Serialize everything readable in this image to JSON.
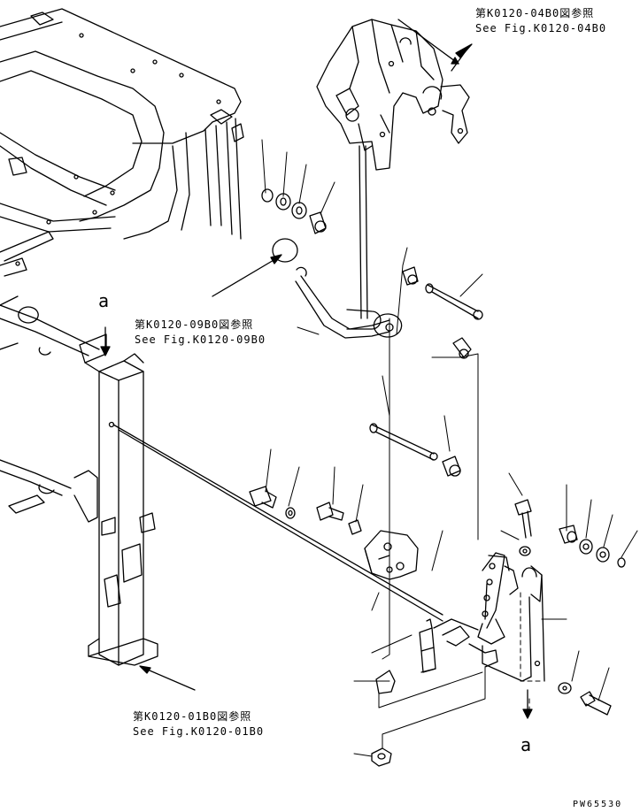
{
  "callouts": {
    "upper_right": {
      "jp": "第K0120-04B0図参照",
      "en": "See Fig.K0120-04B0"
    },
    "middle_left": {
      "jp": "第K0120-09B0図参照",
      "en": "See Fig.K0120-09B0"
    },
    "lower_left": {
      "jp": "第K0120-01B0図参照",
      "en": "See Fig.K0120-01B0"
    }
  },
  "ref_marks": {
    "top": "a",
    "bottom": "a"
  },
  "drawing_code": "PW65530"
}
